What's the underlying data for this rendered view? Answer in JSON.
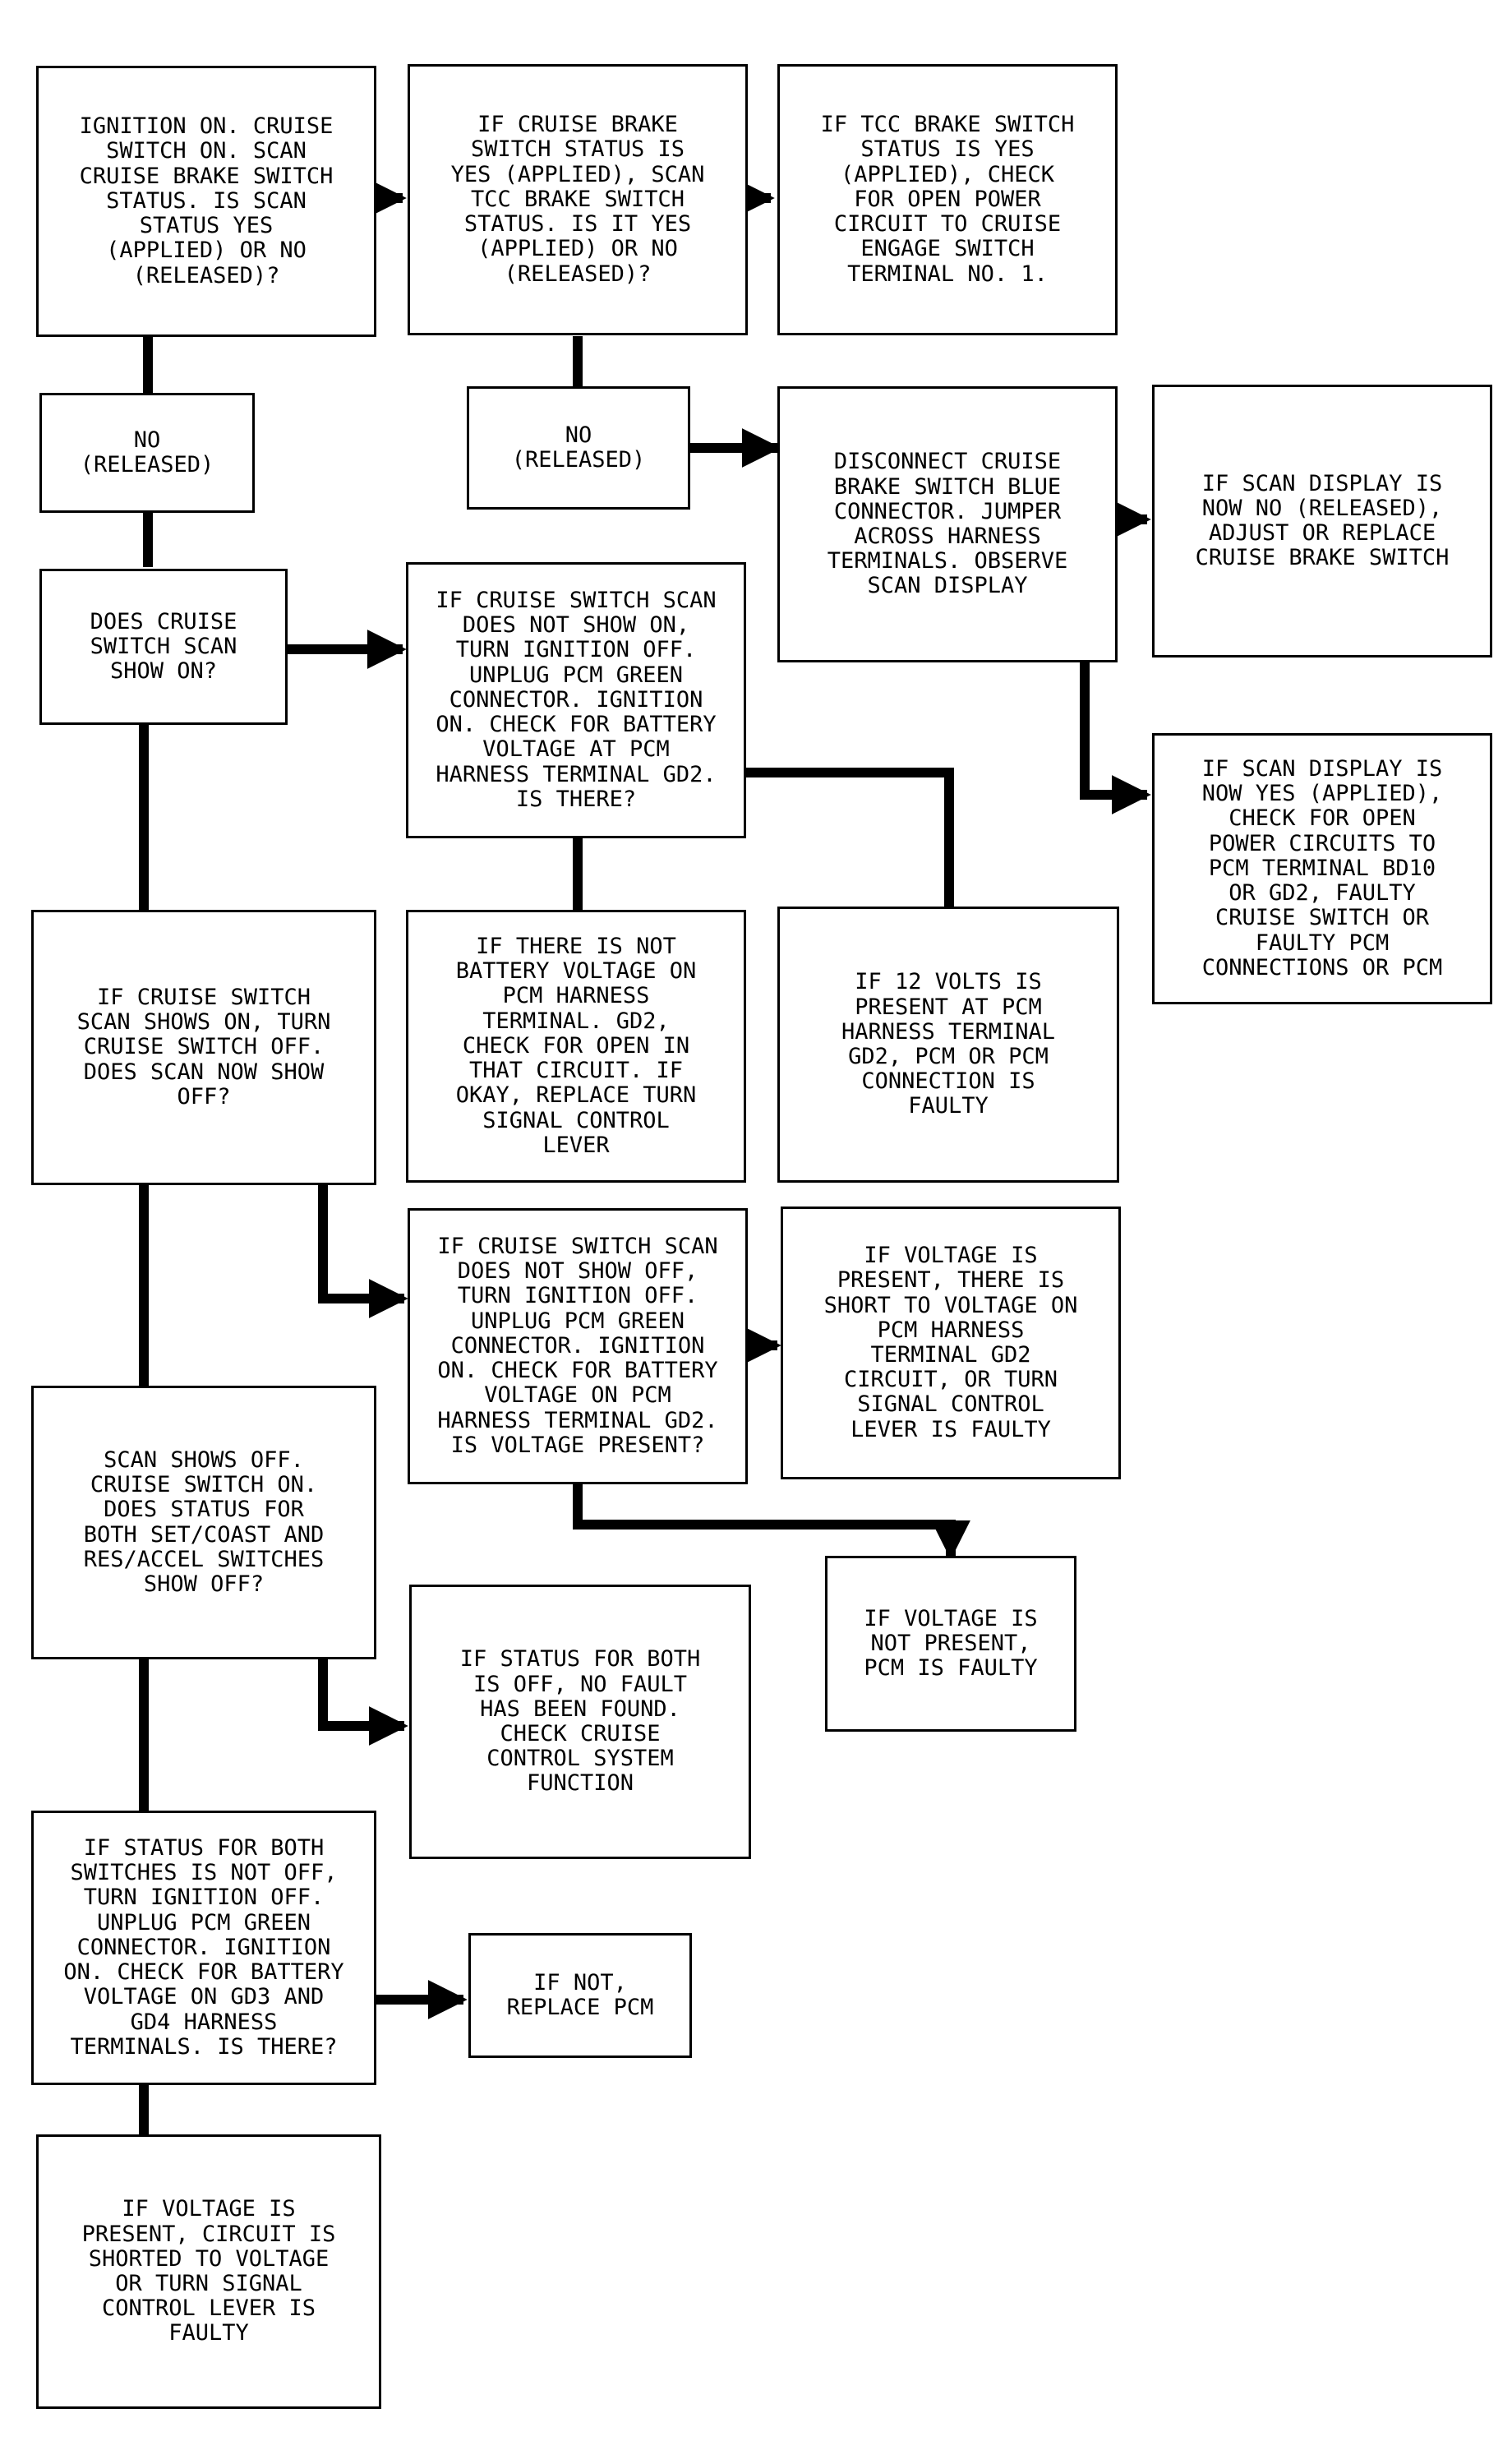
{
  "title": "",
  "nodes": {
    "ign_on": "IGNITION ON. CRUISE\nSWITCH ON. SCAN\nCRUISE BRAKE SWITCH\nSTATUS. IS SCAN\nSTATUS YES\n(APPLIED) OR NO\n(RELEASED)?",
    "if_cruise_brake": "IF CRUISE BRAKE\nSWITCH STATUS IS\nYES (APPLIED), SCAN\nTCC BRAKE SWITCH\nSTATUS. IS IT YES\n(APPLIED) OR NO\n(RELEASED)?",
    "if_tcc": "IF TCC BRAKE SWITCH\nSTATUS IS YES\n(APPLIED), CHECK\nFOR OPEN POWER\nCIRCUIT TO CRUISE\nENGAGE SWITCH\nTERMINAL NO. 1.",
    "no_released_1": "NO\n(RELEASED)",
    "no_released_2": "NO\n(RELEASED)",
    "disconnect": "DISCONNECT CRUISE\nBRAKE SWITCH BLUE\nCONNECTOR. JUMPER\nACROSS HARNESS\nTERMINALS. OBSERVE\nSCAN DISPLAY",
    "scan_no": "IF SCAN DISPLAY IS\nNOW NO (RELEASED),\nADJUST OR REPLACE\nCRUISE BRAKE SWITCH",
    "does_cruise_on": "DOES CRUISE\nSWITCH SCAN\nSHOW ON?",
    "not_show_on": "IF CRUISE SWITCH SCAN\nDOES NOT SHOW ON,\nTURN IGNITION OFF.\nUNPLUG PCM GREEN\nCONNECTOR. IGNITION\nON. CHECK FOR BATTERY\nVOLTAGE AT PCM\nHARNESS TERMINAL GD2.\nIS THERE?",
    "scan_yes": "IF SCAN DISPLAY IS\nNOW YES (APPLIED),\nCHECK FOR OPEN\nPOWER CIRCUITS TO\nPCM TERMINAL BD10\nOR GD2, FAULTY\nCRUISE SWITCH OR\nFAULTY PCM\nCONNECTIONS OR PCM",
    "shows_on": "IF CRUISE SWITCH\nSCAN SHOWS ON, TURN\nCRUISE SWITCH OFF.\nDOES SCAN NOW SHOW\nOFF?",
    "not_batt": "IF THERE IS NOT\nBATTERY VOLTAGE ON\nPCM HARNESS\nTERMINAL. GD2,\nCHECK FOR OPEN IN\nTHAT CIRCUIT. IF\nOKAY, REPLACE TURN\nSIGNAL CONTROL\nLEVER",
    "twelve_volts": "IF 12 VOLTS IS\nPRESENT AT PCM\nHARNESS TERMINAL\nGD2, PCM OR PCM\nCONNECTION IS\nFAULTY",
    "not_show_off": "IF CRUISE SWITCH SCAN\nDOES NOT SHOW OFF,\nTURN IGNITION OFF.\nUNPLUG PCM GREEN\nCONNECTOR. IGNITION\nON. CHECK FOR BATTERY\nVOLTAGE ON PCM\nHARNESS TERMINAL GD2.\nIS VOLTAGE PRESENT?",
    "volt_short": "IF VOLTAGE IS\nPRESENT, THERE IS\nSHORT TO VOLTAGE ON\nPCM HARNESS\nTERMINAL GD2\nCIRCUIT, OR TURN\nSIGNAL CONTROL\nLEVER IS FAULTY",
    "scan_off": "SCAN SHOWS OFF.\nCRUISE SWITCH ON.\nDOES STATUS FOR\nBOTH SET/COAST AND\nRES/ACCEL SWITCHES\nSHOW OFF?",
    "volt_not": "IF VOLTAGE IS\nNOT PRESENT,\nPCM IS FAULTY",
    "status_off": "IF STATUS FOR BOTH\nIS OFF, NO FAULT\nHAS BEEN FOUND.\nCHECK CRUISE\nCONTROL SYSTEM\nFUNCTION",
    "status_not_off": "IF STATUS FOR BOTH\nSWITCHES IS NOT OFF,\nTURN IGNITION OFF.\nUNPLUG PCM GREEN\nCONNECTOR. IGNITION\nON. CHECK FOR BATTERY\nVOLTAGE ON GD3 AND\nGD4 HARNESS\nTERMINALS. IS THERE?",
    "if_not_pcm": "IF NOT,\nREPLACE PCM",
    "volt_present_short": "IF VOLTAGE IS\nPRESENT, CIRCUIT IS\nSHORTED TO VOLTAGE\nOR TURN SIGNAL\nCONTROL LEVER IS\nFAULTY"
  }
}
